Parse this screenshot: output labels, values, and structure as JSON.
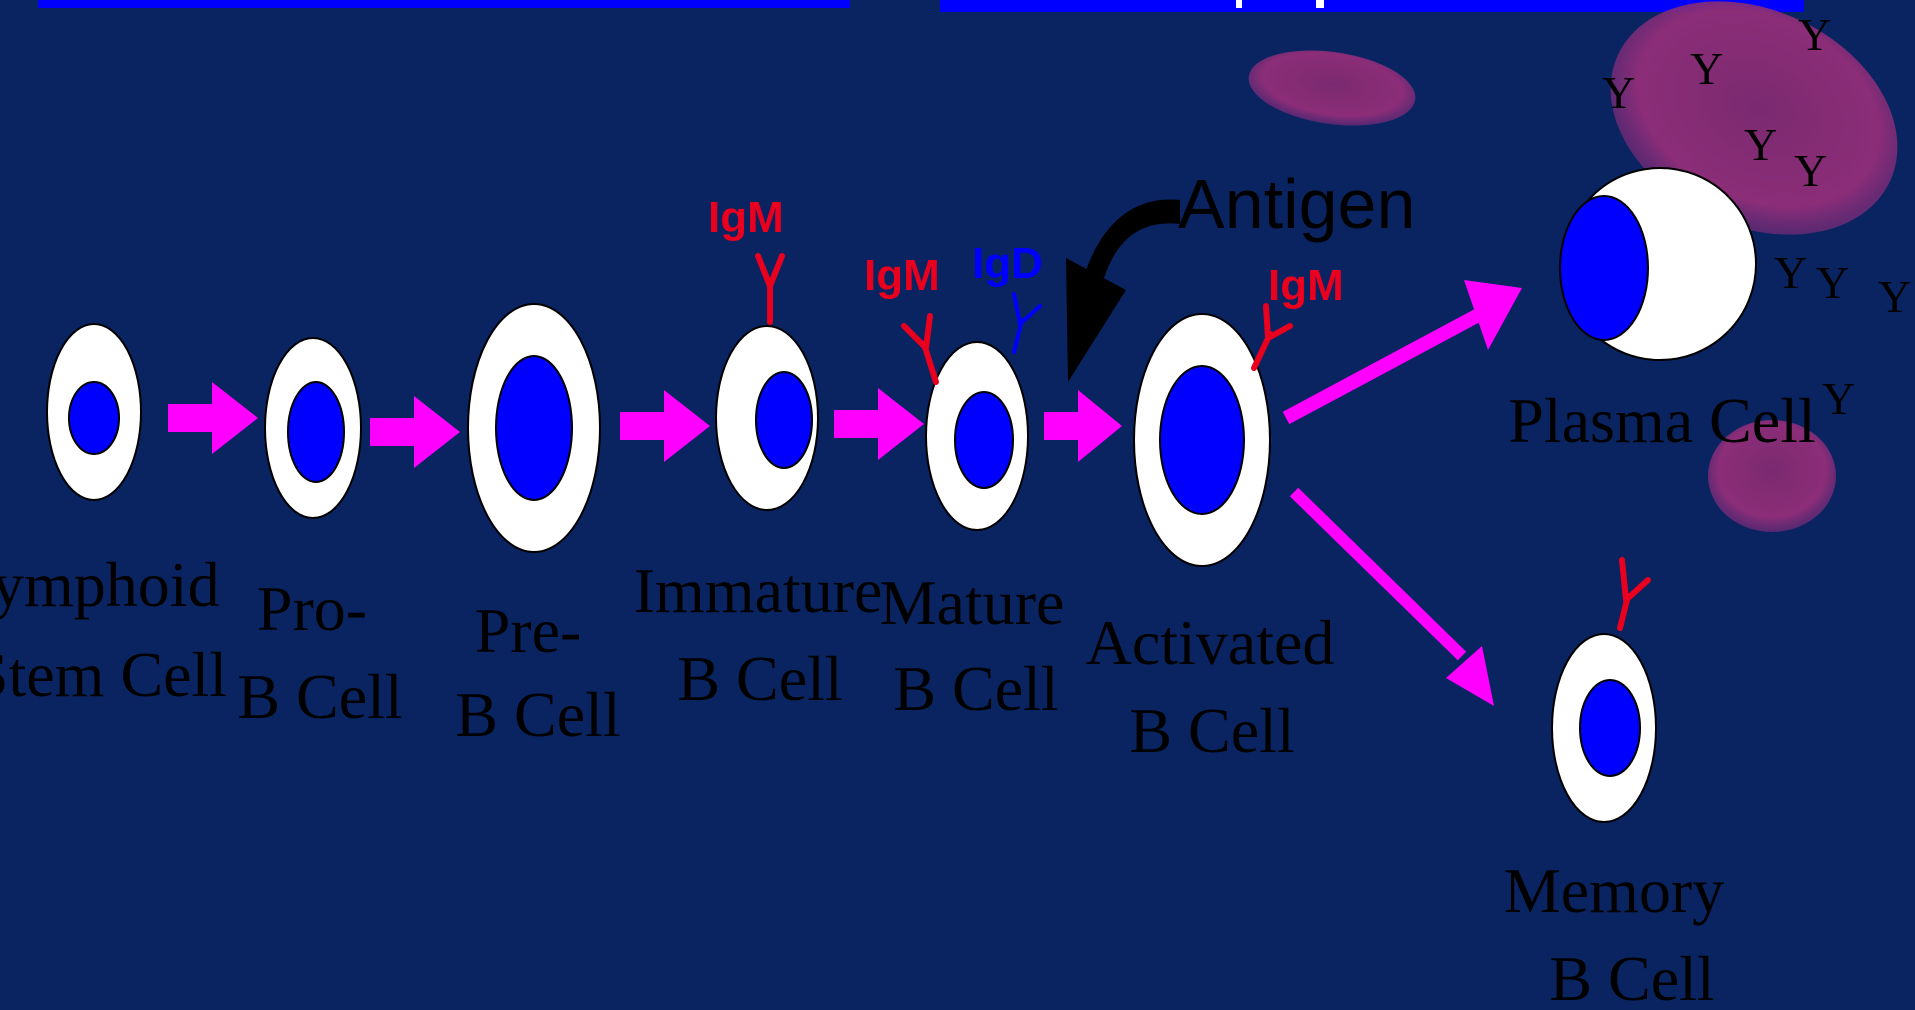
{
  "colors": {
    "background": "#0a2461",
    "banner": "#0000ff",
    "arrow": "#ff00ff",
    "nucleus": "#0000ff",
    "cytoplasm": "#ffffff",
    "label": "#000000",
    "igm": "#e8001e",
    "igd": "#0000ff",
    "blob": "#8c2d78"
  },
  "cells": [
    {
      "id": "lymphoid-stem-cell",
      "label_lines": [
        "Lymphoid",
        "Stem Cell"
      ]
    },
    {
      "id": "pro-b-cell",
      "label_lines": [
        "Pro-",
        "B Cell"
      ]
    },
    {
      "id": "pre-b-cell",
      "label_lines": [
        "Pre-",
        "B Cell"
      ]
    },
    {
      "id": "immature-b-cell",
      "label_lines": [
        "Immature",
        "B Cell"
      ]
    },
    {
      "id": "mature-b-cell",
      "label_lines": [
        "Mature",
        "B Cell"
      ]
    },
    {
      "id": "activated-b-cell",
      "label_lines": [
        "Activated",
        "B Cell"
      ]
    },
    {
      "id": "plasma-cell",
      "label_lines": [
        "Plasma Cell"
      ]
    },
    {
      "id": "memory-b-cell",
      "label_lines": [
        "Memory",
        "B Cell"
      ]
    }
  ],
  "antibody_labels": {
    "immature_igm": "IgM",
    "mature_igm": "IgM",
    "mature_igd": "IgD",
    "activated_igm": "IgM"
  },
  "antigen_label": "Antigen",
  "secreted_antibody_glyph": "Y"
}
